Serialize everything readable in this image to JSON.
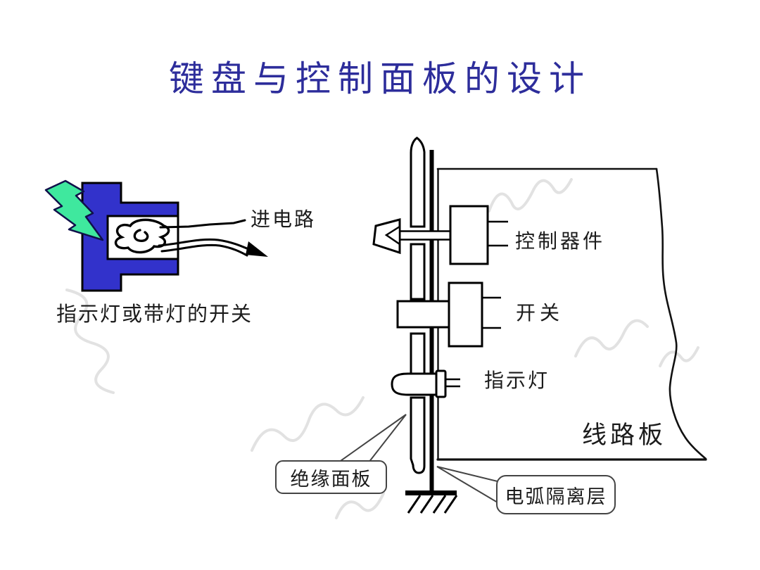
{
  "slide": {
    "title": {
      "text": "键盘与控制面板的设计",
      "color": "#2d2d9b"
    },
    "background": "#ffffff"
  },
  "left_figure": {
    "caption": "指示灯或带灯的开关",
    "wire_label": "进电路",
    "colors": {
      "body": "#3232cb",
      "lightning_bolt": "#3fe89e"
    }
  },
  "right_figure": {
    "component_labels": {
      "control_device": "控制器件",
      "switch": "开关",
      "indicator_light": "指示灯",
      "circuit_board": "线路板"
    },
    "callouts": {
      "insulating_panel": "绝缘面板",
      "arc_isolation_layer": "电弧隔离层"
    }
  }
}
